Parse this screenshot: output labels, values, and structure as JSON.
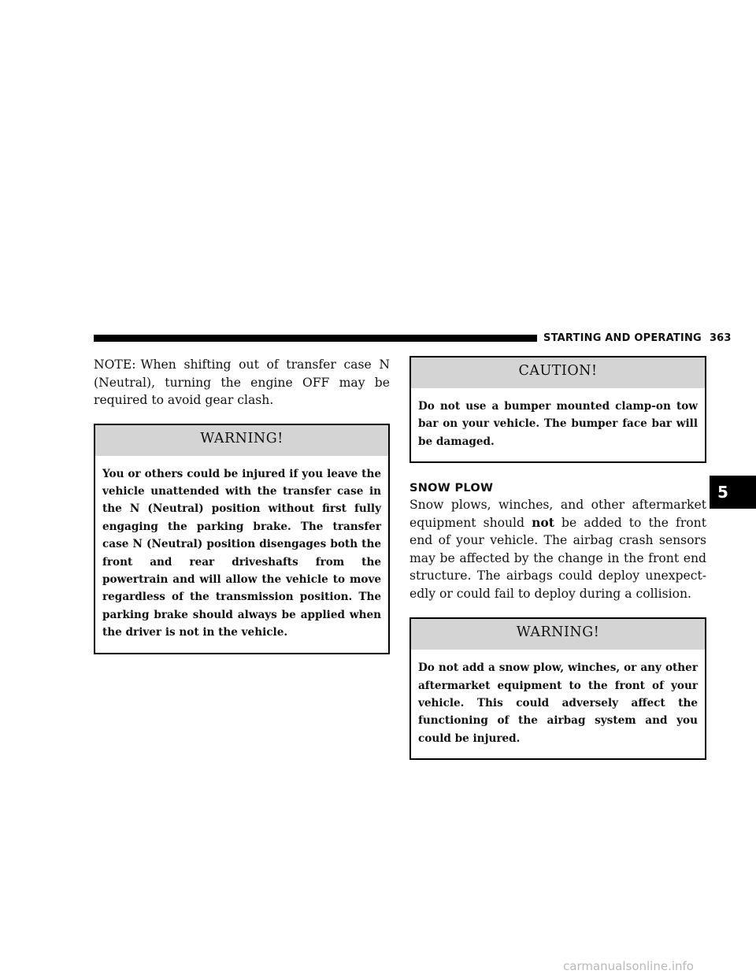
{
  "header": {
    "section": "STARTING AND OPERATING",
    "page_number": "363"
  },
  "note": {
    "label": "NOTE:",
    "text": "When shifting out of transfer case N (Neutral), turning the engine OFF may be required to avoid gear clash."
  },
  "warning_neutral": {
    "title": "WARNING!",
    "text": "You or others could be injured if you leave the vehicle unattended with the transfer case in the N (Neutral) position without first fully engaging the parking brake. The transfer case N (Neutral) position disengages both the front and rear driveshafts from the powertrain and will allow the vehicle to move regardless of the transmission position. The parking brake should always be applied when the driver is not in the vehicle."
  },
  "caution_towbar": {
    "title": "CAUTION!",
    "text": "Do not use a bumper mounted clamp-on tow bar on your vehicle. The bumper face bar will be damaged."
  },
  "snow_plow": {
    "heading": "SNOW PLOW",
    "text_before": "Snow plows, winches, and other aftermarket equipment should",
    "emphasis": "not",
    "text_after": "be added to the front end of your vehicle. The airbag crash sensors may be affected by the change in the front end structure. The airbags could deploy unexpect-edly or could fail to deploy during a collision."
  },
  "warning_plow": {
    "title": "WARNING!",
    "text": "Do not add a snow plow, winches, or any other aftermarket equipment to the front of your vehicle. This could adversely affect the functioning of the airbag system and you could be injured."
  },
  "chapter_tab": "5",
  "watermark": "carmanualsonline.info"
}
